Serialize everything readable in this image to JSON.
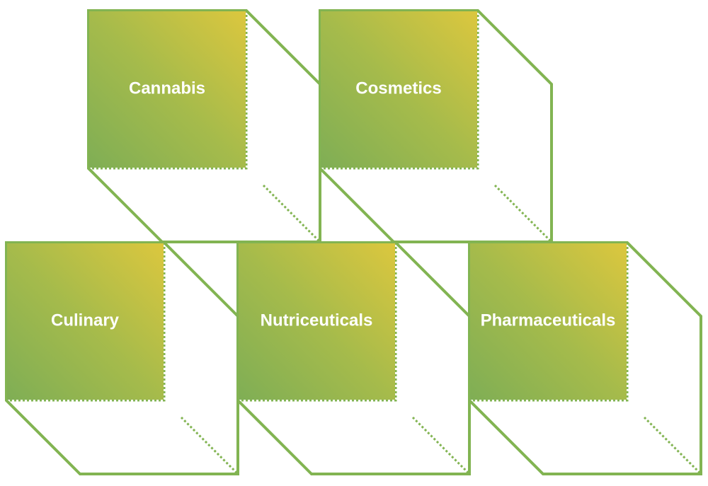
{
  "diagram": {
    "cubes": [
      {
        "id": "cannabis",
        "label": "Cannabis"
      },
      {
        "id": "cosmetics",
        "label": "Cosmetics"
      },
      {
        "id": "culinary",
        "label": "Culinary"
      },
      {
        "id": "nutriceuticals",
        "label": "Nutriceuticals"
      },
      {
        "id": "pharmaceuticals",
        "label": "Pharmaceuticals"
      }
    ]
  },
  "colors": {
    "outline": "#82b452",
    "gradient_start": "#7fae55",
    "gradient_end": "#d9c63e",
    "label": "#ffffff",
    "background": "#ffffff"
  }
}
